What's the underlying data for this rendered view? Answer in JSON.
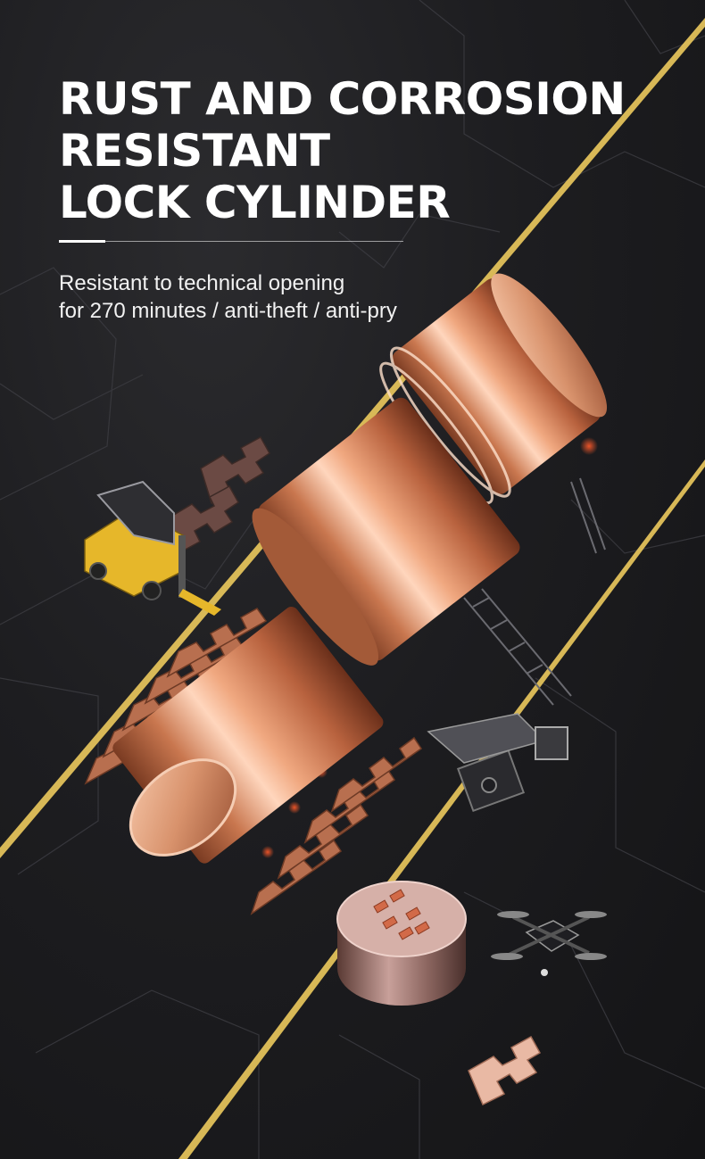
{
  "hero": {
    "title_lines": [
      "RUST AND CORROSION",
      "RESISTANT",
      "LOCK CYLINDER"
    ],
    "subtitle_lines": [
      "Resistant to technical opening",
      "for 270 minutes / anti-theft / anti-pry"
    ]
  },
  "colors": {
    "background": "#1c1c1e",
    "gold_line": "#c9a23a",
    "copper": "#d99a7a",
    "text": "#ffffff"
  },
  "illustration": {
    "main_object": "copper lock cylinder",
    "props": [
      "forklift-icon",
      "key-pin-racks",
      "robot-arm-icon",
      "drone-icon",
      "copper-puck",
      "key-fragment"
    ]
  }
}
